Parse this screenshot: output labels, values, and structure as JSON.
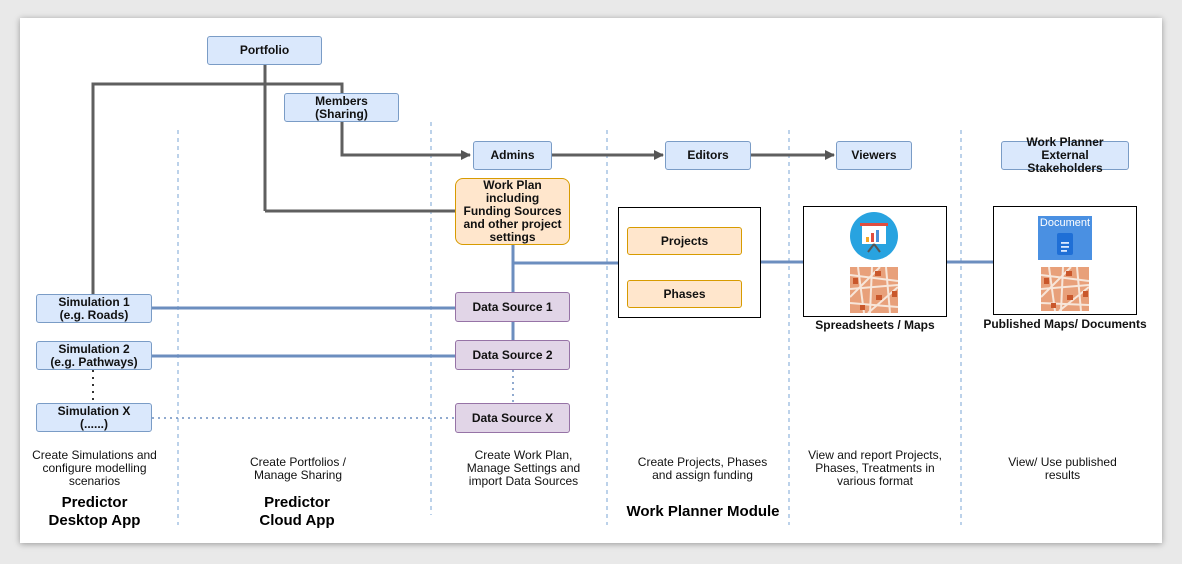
{
  "nodes": {
    "portfolio": "Portfolio",
    "members": "Members\n(Sharing)",
    "admins": "Admins",
    "editors": "Editors",
    "viewers": "Viewers",
    "external_stakeholders": "Work Planner External\nStakeholders",
    "work_plan": "Work Plan including\nFunding Sources\nand other project\nsettings",
    "projects": "Projects",
    "phases": "Phases",
    "simulation_1": "Simulation 1\n(e.g. Roads)",
    "simulation_2": "Simulation 2\n(e.g. Pathways)",
    "simulation_x": "Simulation X\n(......)",
    "data_source_1": "Data Source 1",
    "data_source_2": "Data Source 2",
    "data_source_x": "Data Source X"
  },
  "icons": {
    "document_label": "Document",
    "presentation": "presentation-chart-icon",
    "map": "map-thumbnail-icon",
    "document": "document-icon"
  },
  "captions": {
    "spreadsheets_maps": "Spreadsheets / Maps",
    "published": "Published Maps/ Documents",
    "desktop_desc": "Create Simulations and\nconfigure modelling\nscenarios",
    "cloud_desc": "Create Portfolios /\nManage Sharing",
    "workplan_desc": "Create Work Plan,\nManage Settings and\nimport Data Sources",
    "projects_desc": "Create Projects, Phases\nand assign funding",
    "viewers_desc": "View and report Projects,\nPhases, Treatments in\nvarious format",
    "external_desc": "View/ Use published\nresults"
  },
  "titles": {
    "desktop_app": "Predictor\nDesktop App",
    "cloud_app": "Predictor\nCloud App",
    "work_planner": "Work Planner Module"
  },
  "colors": {
    "blue_fill": "#dae8fc",
    "purple_fill": "#e1d5e7",
    "orange_fill": "#ffe6cc",
    "flow_line": "#666666",
    "data_line": "#6c8ebf"
  }
}
